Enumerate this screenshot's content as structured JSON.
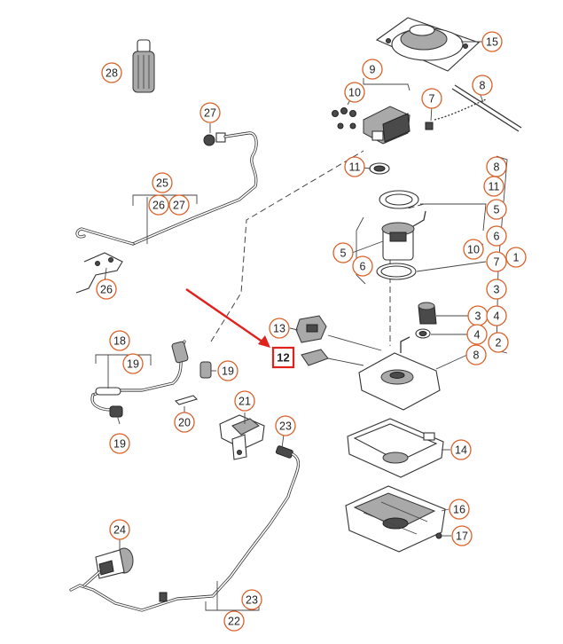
{
  "diagram": {
    "accent_color": "#d9612a",
    "highlight_color": "#e0211c",
    "highlighted_label": "12",
    "callouts": [
      {
        "id": "c15",
        "label": "15"
      },
      {
        "id": "c28",
        "label": "28"
      },
      {
        "id": "c9",
        "label": "9"
      },
      {
        "id": "c10a",
        "label": "10"
      },
      {
        "id": "c7a",
        "label": "7"
      },
      {
        "id": "c8a",
        "label": "8"
      },
      {
        "id": "c27a",
        "label": "27"
      },
      {
        "id": "c11a",
        "label": "11"
      },
      {
        "id": "c8b",
        "label": "8"
      },
      {
        "id": "c11b",
        "label": "11"
      },
      {
        "id": "c25",
        "label": "25"
      },
      {
        "id": "c26a",
        "label": "26"
      },
      {
        "id": "c27b",
        "label": "27"
      },
      {
        "id": "c5a",
        "label": "5"
      },
      {
        "id": "c6a",
        "label": "6"
      },
      {
        "id": "c10b",
        "label": "10"
      },
      {
        "id": "c5b",
        "label": "5"
      },
      {
        "id": "c6b",
        "label": "6"
      },
      {
        "id": "c7b",
        "label": "7"
      },
      {
        "id": "c1",
        "label": "1"
      },
      {
        "id": "c26b",
        "label": "26"
      },
      {
        "id": "c3a",
        "label": "3"
      },
      {
        "id": "c3b",
        "label": "3"
      },
      {
        "id": "c4a",
        "label": "4"
      },
      {
        "id": "c13",
        "label": "13"
      },
      {
        "id": "c4b",
        "label": "4"
      },
      {
        "id": "c2",
        "label": "2"
      },
      {
        "id": "c18",
        "label": "18"
      },
      {
        "id": "c19a",
        "label": "19"
      },
      {
        "id": "c8c",
        "label": "8"
      },
      {
        "id": "c19b",
        "label": "19"
      },
      {
        "id": "c20",
        "label": "20"
      },
      {
        "id": "c21",
        "label": "21"
      },
      {
        "id": "c23a",
        "label": "23"
      },
      {
        "id": "c19c",
        "label": "19"
      },
      {
        "id": "c14",
        "label": "14"
      },
      {
        "id": "c16",
        "label": "16"
      },
      {
        "id": "c17",
        "label": "17"
      },
      {
        "id": "c24",
        "label": "24"
      },
      {
        "id": "c23b",
        "label": "23"
      },
      {
        "id": "c22",
        "label": "22"
      }
    ]
  }
}
